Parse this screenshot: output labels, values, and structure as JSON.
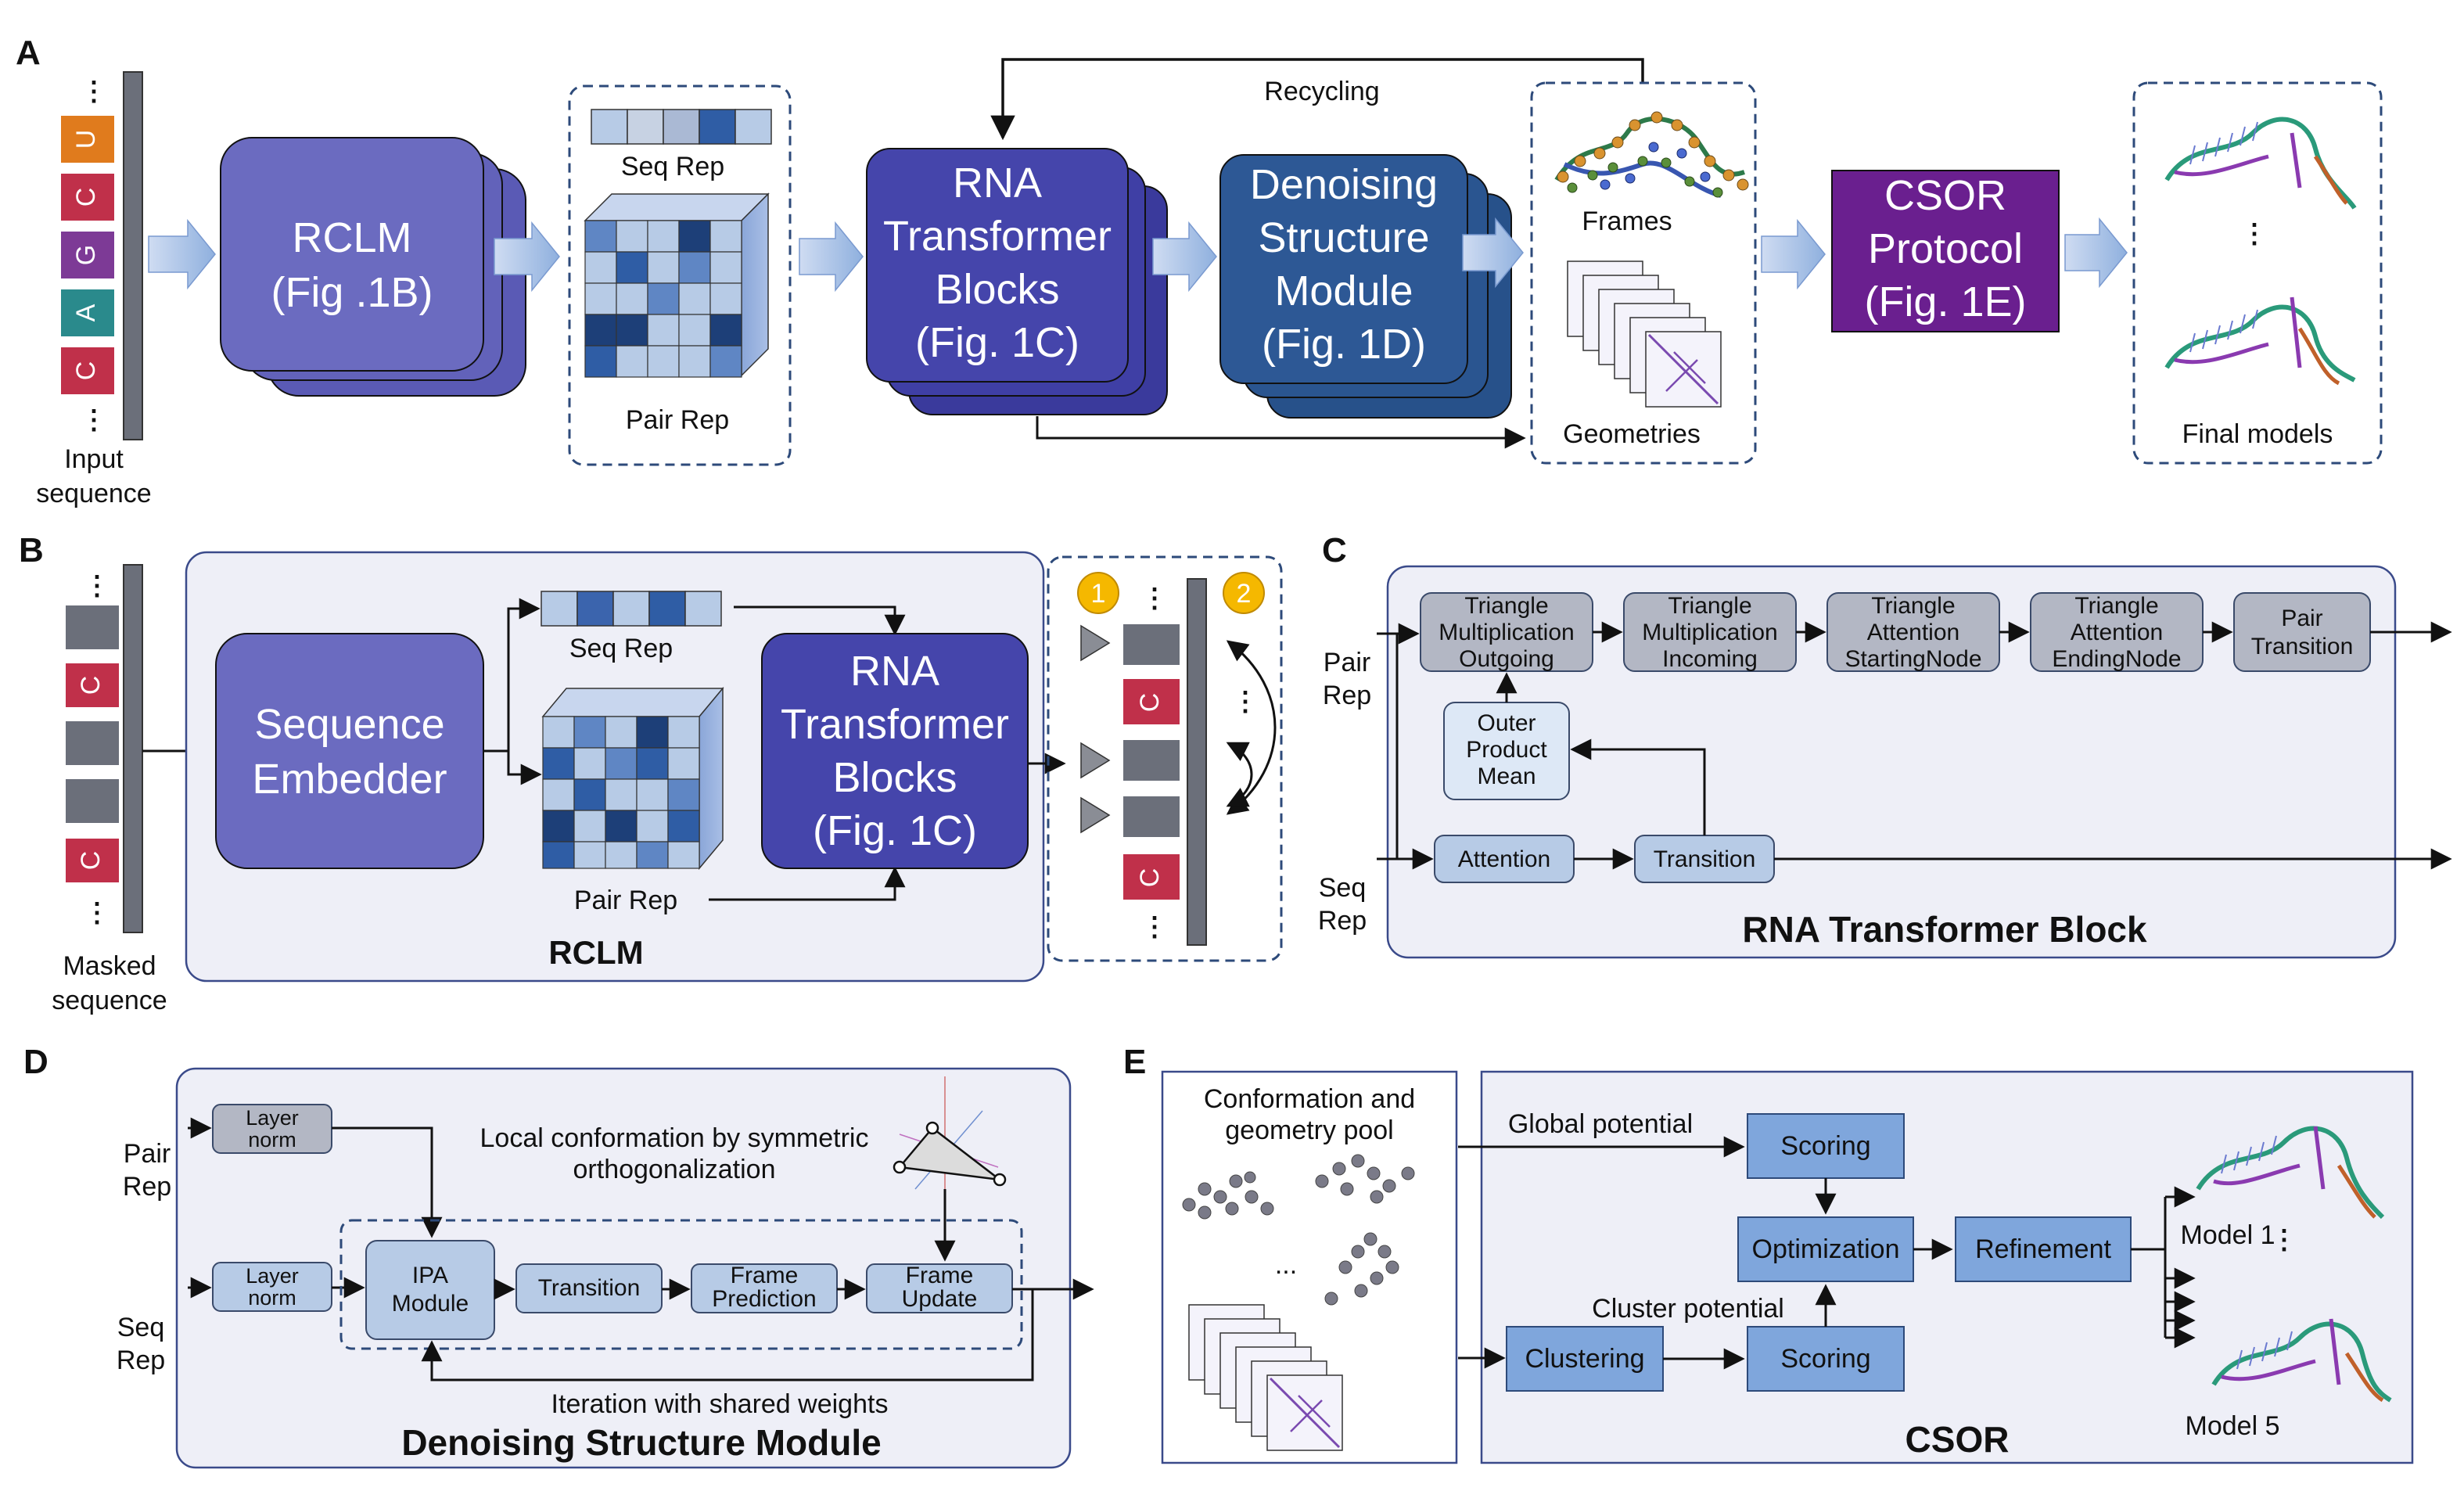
{
  "panels": {
    "a": "A",
    "b": "B",
    "c": "C",
    "d": "D",
    "e": "E"
  },
  "a": {
    "input_label_1": "Input",
    "input_label_2": "sequence",
    "seq_letters": [
      "U",
      "C",
      "G",
      "A",
      "C"
    ],
    "dots": "⋮",
    "rclm_1": "RCLM",
    "rclm_2": "(Fig .1B)",
    "seq_rep": "Seq Rep",
    "pair_rep": "Pair Rep",
    "recycling": "Recycling",
    "rtb_1": "RNA",
    "rtb_2": "Transformer",
    "rtb_3": "Blocks",
    "rtb_4": "(Fig. 1C)",
    "dsm_1": "Denoising",
    "dsm_2": "Structure",
    "dsm_3": "Module",
    "dsm_4": "(Fig. 1D)",
    "frames": "Frames",
    "geometries": "Geometries",
    "csor_1": "CSOR",
    "csor_2": "Protocol",
    "csor_3": "(Fig. 1E)",
    "final_models": "Final models"
  },
  "b": {
    "masked_1": "Masked",
    "masked_2": "sequence",
    "seq_letters": [
      "C",
      "C"
    ],
    "embedder_1": "Sequence",
    "embedder_2": "Embedder",
    "seq_rep": "Seq Rep",
    "pair_rep": "Pair Rep",
    "rtb_1": "RNA",
    "rtb_2": "Transformer",
    "rtb_3": "Blocks",
    "rtb_4": "(Fig. 1C)",
    "title": "RCLM",
    "badge_1": "1",
    "badge_2": "2",
    "out_letters": [
      "C",
      "C"
    ]
  },
  "c": {
    "pair_rep_1": "Pair",
    "pair_rep_2": "Rep",
    "seq_rep_1": "Seq",
    "seq_rep_2": "Rep",
    "boxes": [
      [
        "Triangle",
        "Multiplication",
        "Outgoing"
      ],
      [
        "Triangle",
        "Multiplication",
        "Incoming"
      ],
      [
        "Triangle",
        "Attention",
        "StartingNode"
      ],
      [
        "Triangle",
        "Attention",
        "EndingNode"
      ],
      [
        "Pair",
        "Transition"
      ]
    ],
    "outer_product": [
      "Outer",
      "Product",
      "Mean"
    ],
    "attention": "Attention",
    "transition": "Transition",
    "title": "RNA Transformer Block"
  },
  "d": {
    "pair_rep_1": "Pair",
    "pair_rep_2": "Rep",
    "seq_rep_1": "Seq",
    "seq_rep_2": "Rep",
    "layer_norm_1": "Layer",
    "layer_norm_2": "norm",
    "local_conf_1": "Local conformation by symmetric",
    "local_conf_2": "orthogonalization",
    "ipa_1": "IPA",
    "ipa_2": "Module",
    "transition": "Transition",
    "frame_pred_1": "Frame",
    "frame_pred_2": "Prediction",
    "frame_upd_1": "Frame",
    "frame_upd_2": "Update",
    "iteration": "Iteration with shared weights",
    "title": "Denoising Structure Module"
  },
  "e": {
    "pool_1": "Conformation and",
    "pool_2": "geometry pool",
    "ellipsis": "...",
    "global_potential": "Global potential",
    "cluster_potential": "Cluster potential",
    "scoring": "Scoring",
    "optimization": "Optimization",
    "refinement": "Refinement",
    "clustering": "Clustering",
    "model_1": "Model 1",
    "model_5": "Model 5",
    "title": "CSOR"
  },
  "colors": {
    "U": "#e07b1d",
    "C": "#c0304a",
    "G": "#7d3a96",
    "A": "#2a8a8c",
    "rclm": "#6b6bc0",
    "rtb": "#3f3fa5",
    "dsm": "#2d5895",
    "csor": "#6a1f8f",
    "light_box": "#b7cbe6",
    "grey_box": "#b3b7c4",
    "panel_bg": "#eeeff7",
    "dashed": "#2d4a7a"
  }
}
